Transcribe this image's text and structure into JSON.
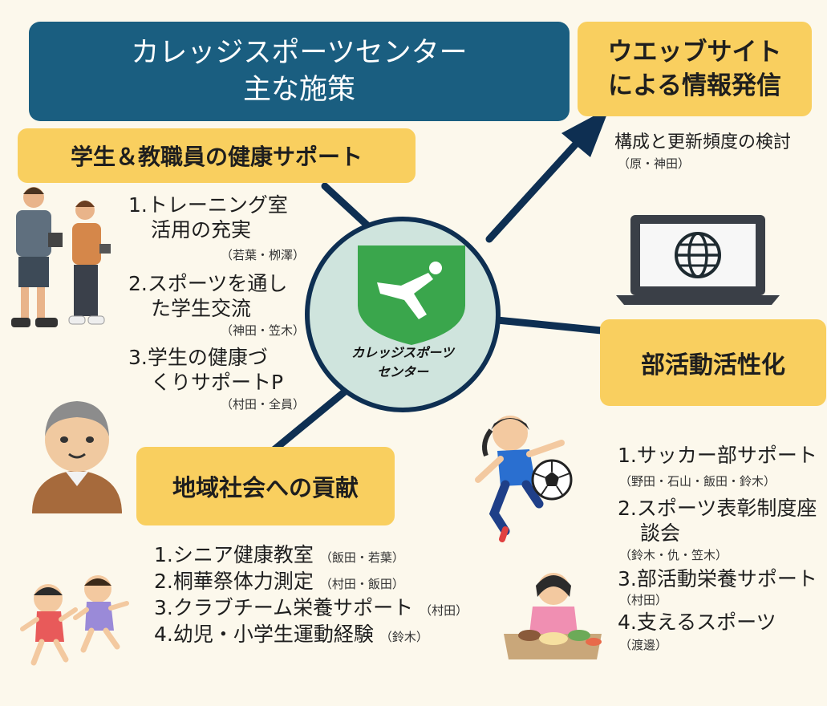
{
  "title": {
    "line1": "カレッジスポーツセンター",
    "line2": "主な施策"
  },
  "center": {
    "line1": "カレッジスポーツ",
    "line2": "センター"
  },
  "web": {
    "heading_line1": "ウエッブサイト",
    "heading_line2": "による情報発信",
    "item": "構成と更新頻度の検討",
    "members": "（原・神田）"
  },
  "health": {
    "heading": "学生＆教職員の健康サポート",
    "items": [
      {
        "line1": "1.トレーニング室",
        "line2": "活用の充実",
        "members": "（若葉・栁澤）"
      },
      {
        "line1": "2.スポーツを通し",
        "line2": "た学生交流",
        "members": "（神田・笠木）"
      },
      {
        "line1": "3.学生の健康づ",
        "line2": "くりサポートP",
        "members": "（村田・全員）"
      }
    ]
  },
  "club": {
    "heading": "部活動活性化",
    "items": [
      {
        "line1": "1.サッカー部サポート",
        "line2": "",
        "members": "（野田・石山・飯田・鈴木）"
      },
      {
        "line1": "2.スポーツ表彰制度座",
        "line2": "談会",
        "members": "（鈴木・仇・笠木）"
      },
      {
        "line1": "3.部活動栄養サポート",
        "line2": "",
        "members": "（村田）"
      },
      {
        "line1": "4.支えるスポーツ",
        "line2": "",
        "members": "（渡邊）"
      }
    ]
  },
  "community": {
    "heading": "地域社会への貢献",
    "items": [
      {
        "text": "1.シニア健康教室",
        "members": "（飯田・若葉）"
      },
      {
        "text": "2.桐華祭体力測定",
        "members": "（村田・飯田）"
      },
      {
        "text": "3.クラブチーム栄養サポート",
        "members": "（村田）"
      },
      {
        "text": "4.幼児・小学生運動経験",
        "members": "（鈴木）"
      }
    ]
  },
  "colors": {
    "title_bg": "#1a5e80",
    "box_yellow": "#f9cf5f",
    "navy": "#0e2f52",
    "logo_green": "#3aa64c",
    "circle_fill": "#cfe4dd",
    "background": "#fcf8ec"
  },
  "icons": [
    "globe-icon",
    "laptop-icon",
    "sports-logo-icon",
    "soccer-ball-icon"
  ]
}
